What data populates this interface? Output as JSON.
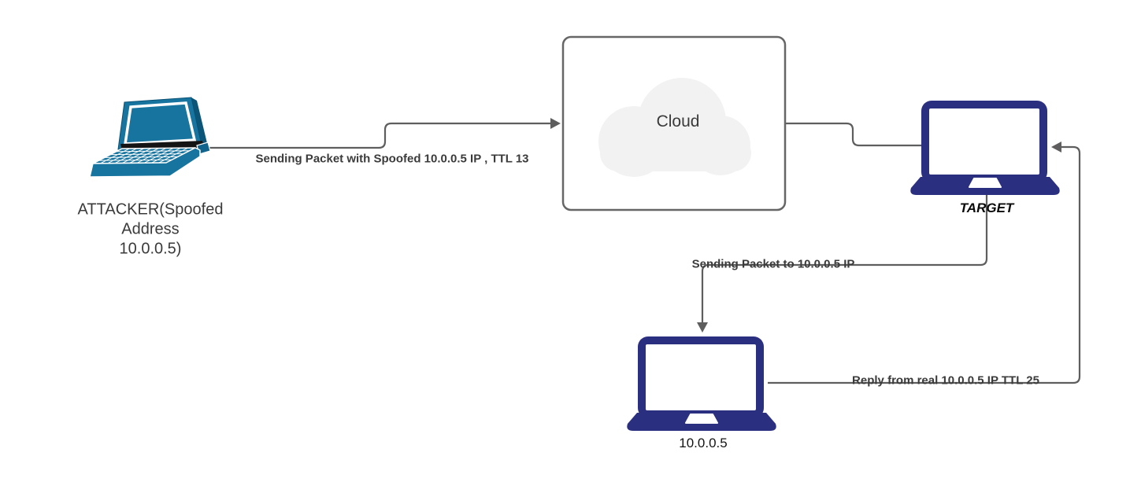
{
  "diagram": {
    "nodes": {
      "attacker": {
        "label": "ATTACKER(Spoofed\nAddress\n10.0.0.5)"
      },
      "cloud": {
        "label": "Cloud"
      },
      "target": {
        "label": "TARGET"
      },
      "real_host": {
        "label": "10.0.0.5"
      }
    },
    "edges": {
      "spoofed_packet": {
        "label": "Sending Packet with Spoofed 10.0.0.5 IP , TTL 13"
      },
      "forward_packet": {
        "label": "Sending Packet to 10.0.0.5 IP"
      },
      "reply_packet": {
        "label": "Reply from real 10.0.0.5 IP TTL 25"
      }
    },
    "colors": {
      "attacker_laptop_blue": "#17749f",
      "attacker_laptop_dark": "#0b5578",
      "target_laptop_navy": "#2b2f80",
      "connector_gray": "#5e5e5e",
      "cloud_fill": "#f2f2f2",
      "container_border": "#666666",
      "label_text": "#3b3b3b"
    }
  }
}
